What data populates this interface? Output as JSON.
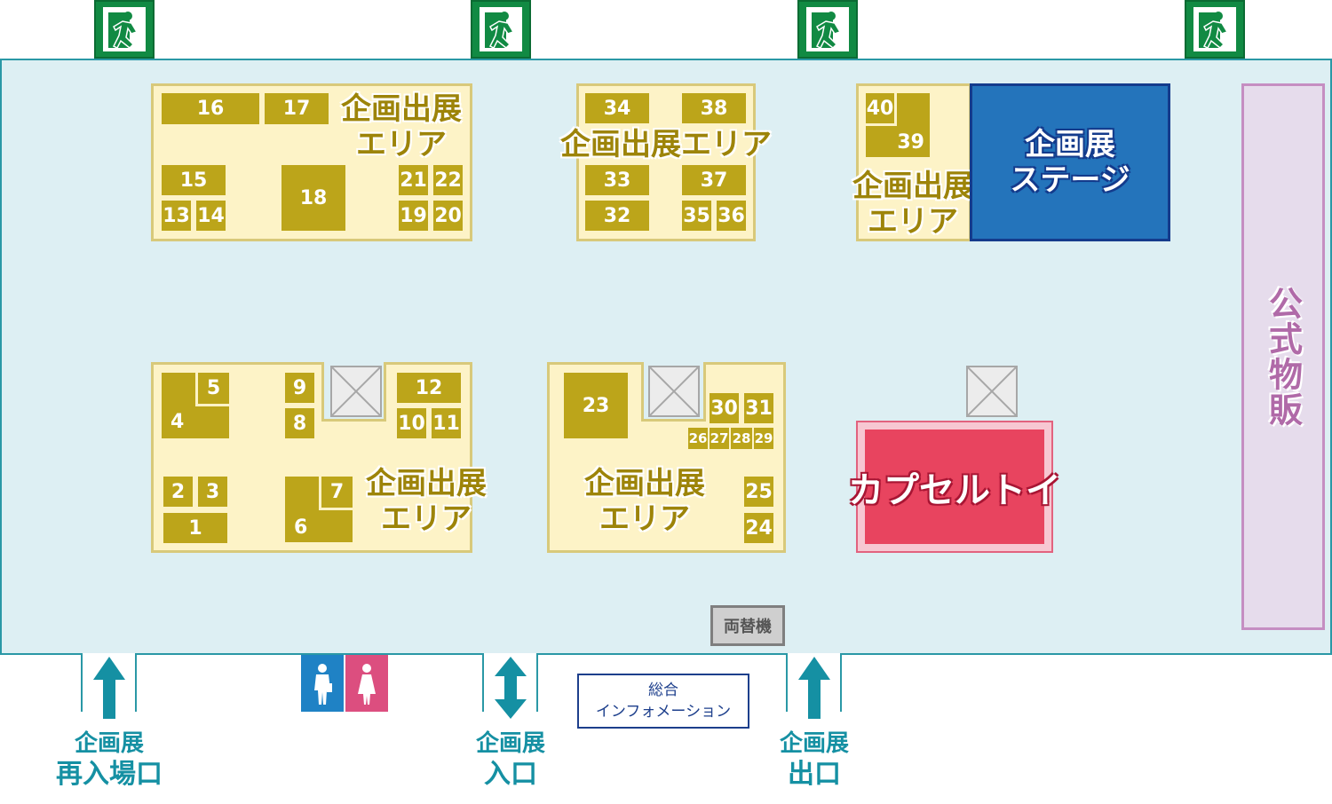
{
  "map": {
    "area_label_line1": "企画出展",
    "area_label_line2": "エリア",
    "area_label_oneline": "企画出展エリア",
    "stage_line1": "企画展",
    "stage_line2": "ステージ",
    "capsule_toy": "カプセルトイ",
    "official_merch": "公式物販",
    "money_changer": "両替機",
    "info_line1": "総合",
    "info_line2": "インフォメーション"
  },
  "booths": {
    "b1": "1",
    "b2": "2",
    "b3": "3",
    "b4": "4",
    "b5": "5",
    "b6": "6",
    "b7": "7",
    "b8": "8",
    "b9": "9",
    "b10": "10",
    "b11": "11",
    "b12": "12",
    "b13": "13",
    "b14": "14",
    "b15": "15",
    "b16": "16",
    "b17": "17",
    "b18": "18",
    "b19": "19",
    "b20": "20",
    "b21": "21",
    "b22": "22",
    "b23": "23",
    "b24": "24",
    "b25": "25",
    "b26": "26",
    "b27": "27",
    "b28": "28",
    "b29": "29",
    "b30": "30",
    "b31": "31",
    "b32": "32",
    "b33": "33",
    "b34": "34",
    "b35": "35",
    "b36": "36",
    "b37": "37",
    "b38": "38",
    "b39": "39",
    "b40": "40"
  },
  "doors": {
    "reentry_line1": "企画展",
    "reentry_line2": "再入場口",
    "entrance_line1": "企画展",
    "entrance_line2": "入口",
    "exit_line1": "企画展",
    "exit_line2": "出口"
  },
  "icons": {
    "emergency_exit": "emergency-exit-sign-icon",
    "restroom_male": "male-restroom-icon",
    "restroom_female": "female-restroom-icon",
    "arrow_up": "arrow-up-icon",
    "arrow_both": "arrow-up-down-icon",
    "pillar": "pillar-icon"
  },
  "colors": {
    "hall_floor": "#ddeff3",
    "hall_wall": "#2a98a6",
    "booth": "#bca51a",
    "area_floor": "#fdf3c7",
    "stage": "#2474bb",
    "capsule_toy": "#e8445f",
    "merch": "#e6dcec",
    "exit_sign": "#118a43",
    "door_arrow": "#1590a3"
  }
}
